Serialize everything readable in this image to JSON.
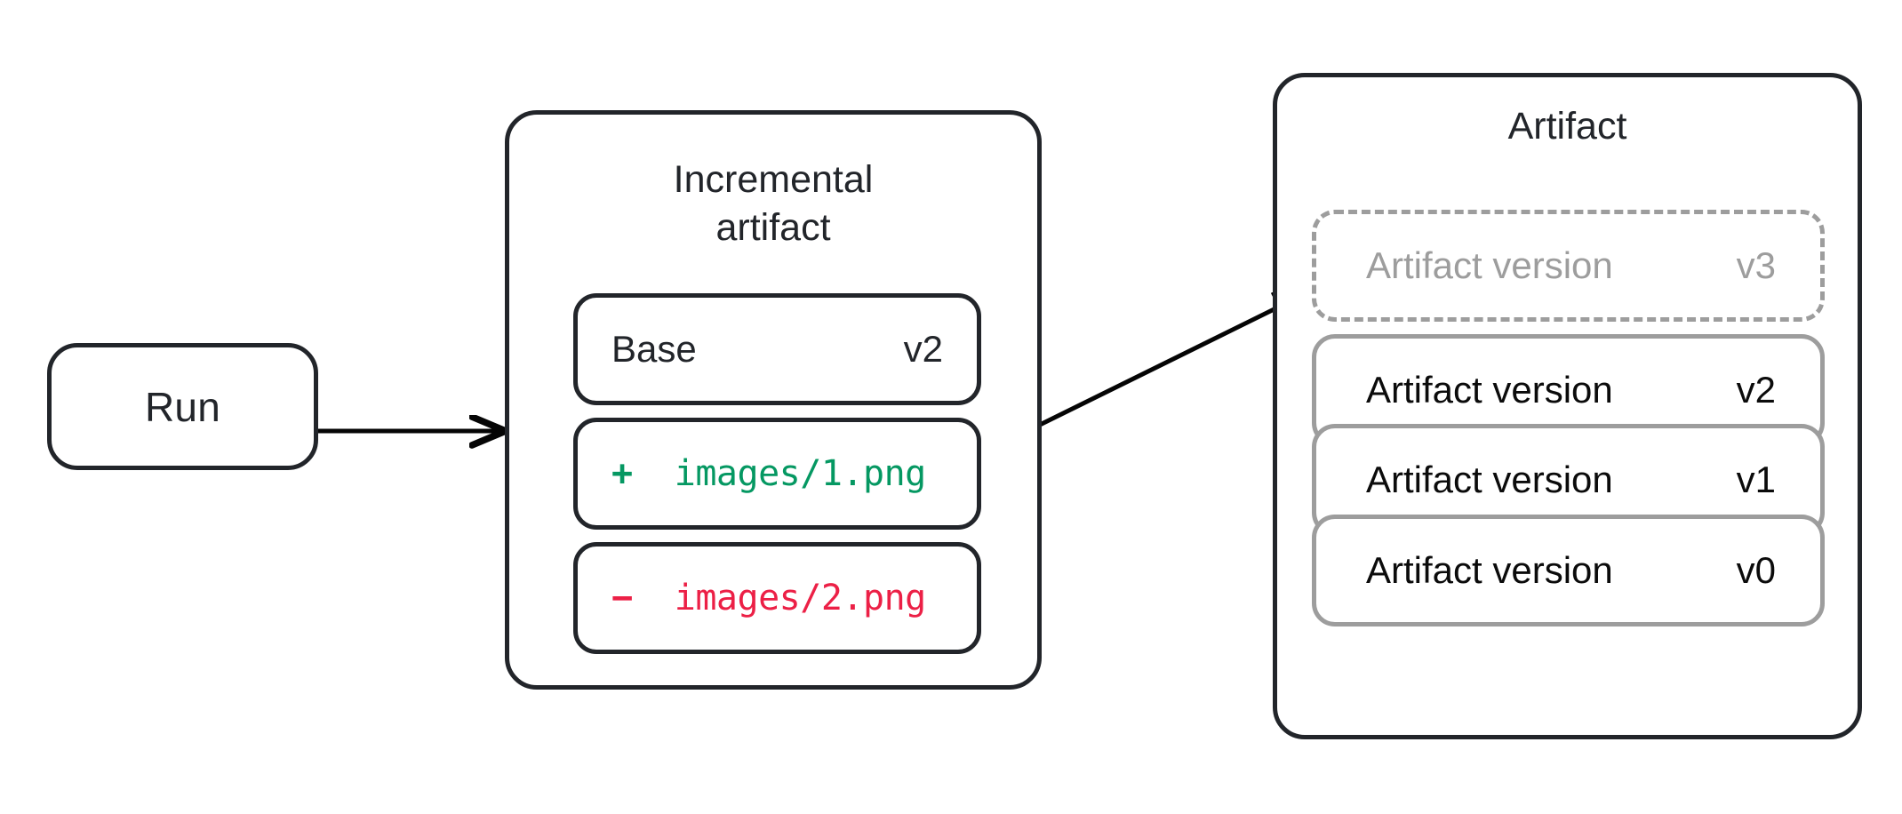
{
  "diagram": {
    "title_hidden": "",
    "background": "#ffffff",
    "colors": {
      "ink": "#22252a",
      "muted": "#9d9d9d",
      "added": "#059862",
      "removed": "#ec2046"
    }
  },
  "run": {
    "label": "Run"
  },
  "incremental": {
    "title": "Incremental\nartifact",
    "base": {
      "label": "Base",
      "version": "v2"
    },
    "changes": [
      {
        "sign": "+",
        "path": "images/1.png",
        "kind": "added",
        "color": "#059862"
      },
      {
        "sign": "−",
        "path": "images/2.png",
        "kind": "removed",
        "color": "#ec2046"
      }
    ]
  },
  "artifact": {
    "title": "Artifact",
    "versions": [
      {
        "label": "Artifact version",
        "version": "v3",
        "state": "pending"
      },
      {
        "label": "Artifact version",
        "version": "v2",
        "state": "committed"
      },
      {
        "label": "Artifact version",
        "version": "v1",
        "state": "committed"
      },
      {
        "label": "Artifact version",
        "version": "v0",
        "state": "committed"
      }
    ]
  },
  "connectors": [
    {
      "name": "run-to-incremental",
      "from": "Run",
      "to": "Incremental artifact",
      "style": "straight-arrow"
    },
    {
      "name": "incremental-to-artifact",
      "from": "Incremental artifact",
      "to": "Artifact version v3",
      "style": "diagonal-arrow"
    }
  ]
}
